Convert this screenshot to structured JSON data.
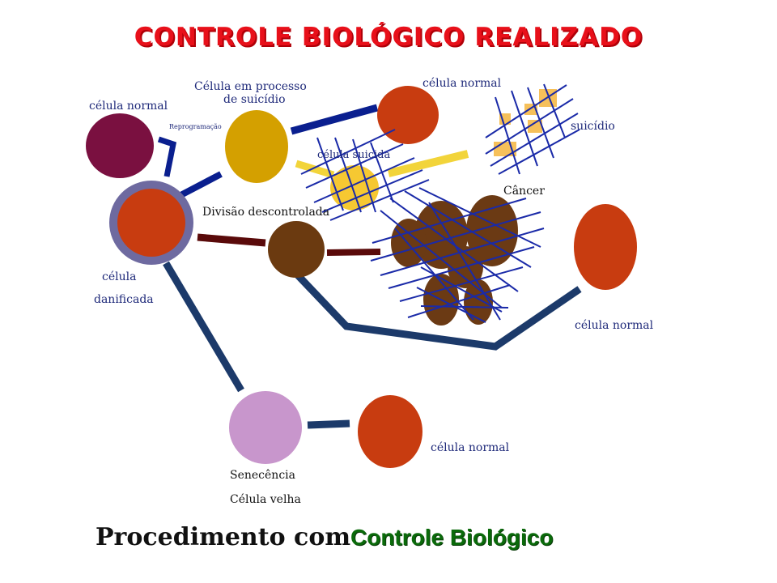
{
  "title": "CONTROLE BIOLÓGICO REALIZADO",
  "labels": {
    "normal_top_left": "célula normal",
    "reprogramming": "Reprogramação",
    "suicide_process": "Célula em processo",
    "suicide_process_2": "de suicídio",
    "normal_top": "célula normal",
    "suicide": "suicídio",
    "suicide_cell": "célula suicida",
    "cancer": "Câncer",
    "uncontrolled": "Divisão descontrolada",
    "damaged_1": "célula",
    "damaged_2": "danificada",
    "normal_right": "célula normal",
    "senescence": "Senecência",
    "old_cell": "Célula velha",
    "normal_bottom": "célula normal"
  },
  "footer": {
    "procedure": "Procedimento com",
    "bio_control": "Controle Biológico"
  },
  "colors": {
    "title": "#e8101a",
    "connector_navy": "#1c3a6a",
    "connector_blue": "#0a1f8f",
    "connector_brown": "#5a0a0a",
    "hatch": "#1a2aa8",
    "normal_cell": "#c83c10",
    "cancer_cell": "#6b3a14",
    "senescent_cell": "#c896cc",
    "suicide_cell": "#d4a000",
    "stem_cell": "#7a1040",
    "damaged_ring": "#6e6aa0"
  }
}
